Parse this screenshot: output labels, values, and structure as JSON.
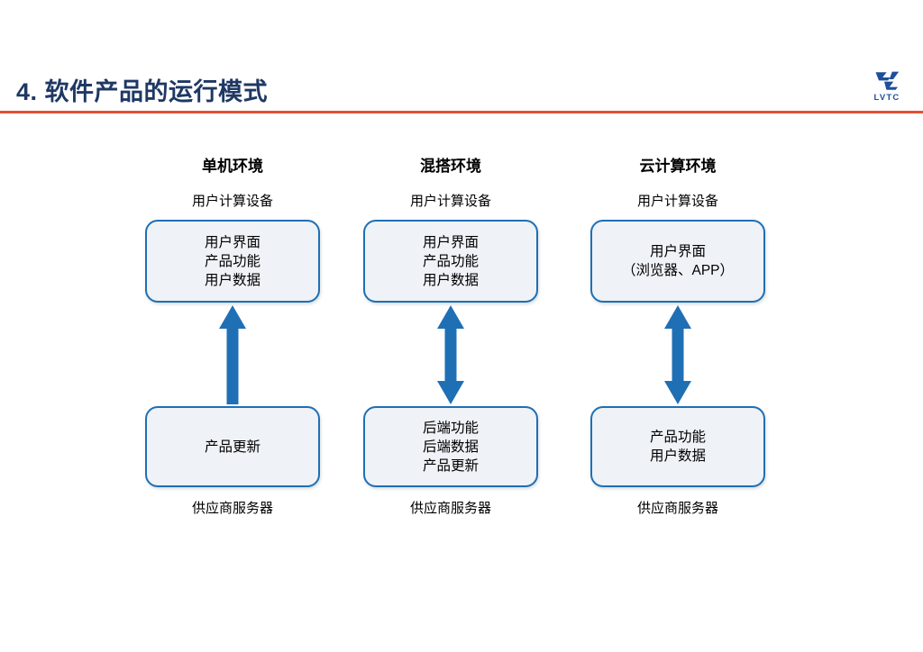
{
  "header": {
    "title": "4. 软件产品的运行模式",
    "rule_color": "#E2512E",
    "title_color": "#1F3864",
    "logo": {
      "name": "lvtc-logo",
      "wordmark": "LVTC",
      "color": "#1F4E9C"
    }
  },
  "theme": {
    "box_fill": "#EFF2F6",
    "box_border": "#1F6FB5",
    "arrow_color": "#1F6FB5"
  },
  "diagram": {
    "columns": [
      {
        "title": "单机环境",
        "top_label": "用户计算设备",
        "top_box": [
          "用户界面",
          "产品功能",
          "用户数据"
        ],
        "arrow": "up",
        "bottom_box": [
          "产品更新"
        ],
        "bottom_label": "供应商服务器"
      },
      {
        "title": "混搭环境",
        "top_label": "用户计算设备",
        "top_box": [
          "用户界面",
          "产品功能",
          "用户数据"
        ],
        "arrow": "both",
        "bottom_box": [
          "后端功能",
          "后端数据",
          "产品更新"
        ],
        "bottom_label": "供应商服务器"
      },
      {
        "title": "云计算环境",
        "top_label": "用户计算设备",
        "top_box": [
          "用户界面",
          "（浏览器、APP）"
        ],
        "arrow": "both",
        "bottom_box": [
          "产品功能",
          "用户数据"
        ],
        "bottom_label": "供应商服务器"
      }
    ]
  }
}
